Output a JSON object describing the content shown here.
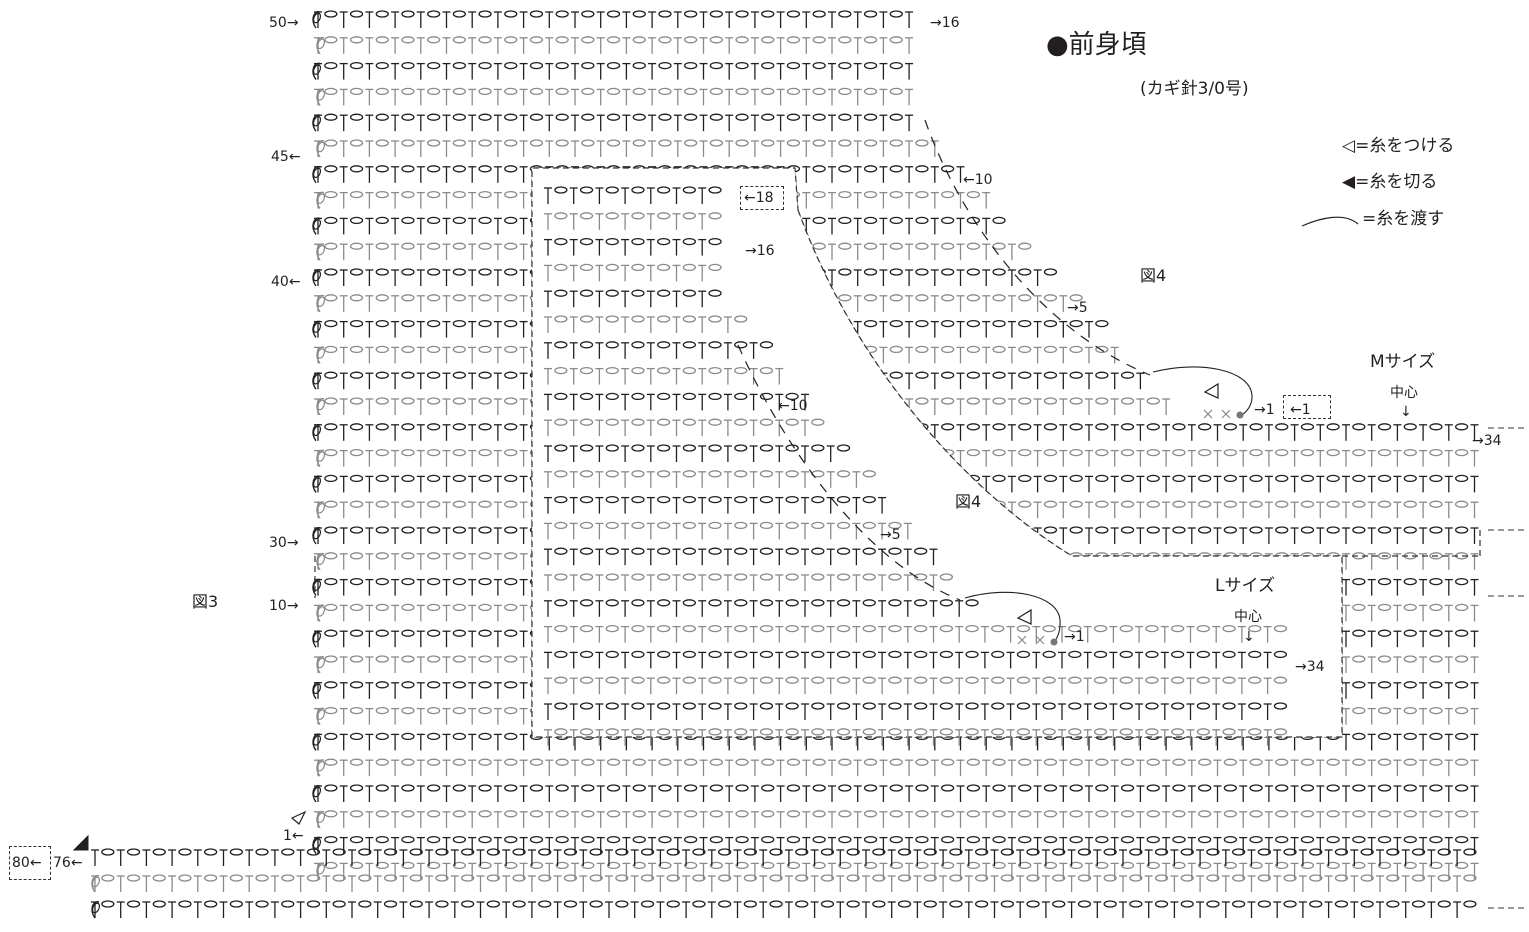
{
  "title": "●前身頃",
  "hook": "(カギ針3/0号)",
  "legend": [
    {
      "icon": "open-triangle-icon",
      "text": "=糸をつける"
    },
    {
      "icon": "filled-triangle-icon",
      "text": "=糸を切る"
    },
    {
      "icon": "thread-carry-icon",
      "text": "=糸を渡す"
    }
  ],
  "figures": {
    "fig3": "図3",
    "fig4_m": "図4",
    "fig4_l": "図4"
  },
  "sizes": {
    "m": {
      "label": "Mサイズ",
      "center": "中心",
      "arrow": "↓"
    },
    "l": {
      "label": "Lサイズ",
      "center": "中心",
      "arrow": "↓"
    }
  },
  "row_labels": {
    "r50": "50→",
    "r45": "45←",
    "r40": "40←",
    "r30": "30→",
    "r10": "10→",
    "r1": "1←",
    "r76": "76←",
    "r80": "80←",
    "s16": "→16",
    "m10": "←10",
    "m5": "→5",
    "m1a": "→1",
    "m1b": "←1",
    "m34": "→34",
    "l18": "←18",
    "l16": "→16",
    "l10": "←10",
    "l5": "→5",
    "l1": "→1",
    "l34": "→34"
  },
  "colors": {
    "stitch_dark": "#231f20",
    "stitch_gray": "#8a8a8a",
    "fill_dot": "#777777"
  }
}
